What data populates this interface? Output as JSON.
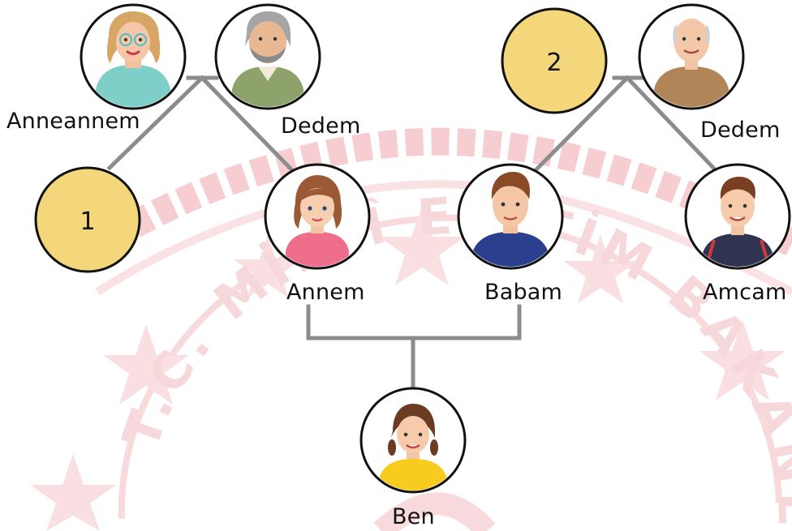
{
  "family_tree": {
    "members": [
      {
        "key": "anneannem",
        "label": "Anneannem"
      },
      {
        "key": "dedem_maternal",
        "label": "Dedem"
      },
      {
        "key": "unknown_1",
        "number": "1"
      },
      {
        "key": "annem",
        "label": "Annem"
      },
      {
        "key": "unknown_2",
        "number": "2"
      },
      {
        "key": "dedem_paternal",
        "label": "Dedem"
      },
      {
        "key": "babam",
        "label": "Babam"
      },
      {
        "key": "amcam",
        "label": "Amcam"
      },
      {
        "key": "ben",
        "label": "Ben"
      }
    ]
  },
  "watermark": {
    "text": "T.C. MİLLÎ EĞİTİM BAKANLIĞI",
    "color": "#f0b7bd"
  },
  "colors": {
    "circle_border": "#111111",
    "connector": "#8c8c8c",
    "placeholder_fill": "#f3d77a"
  }
}
